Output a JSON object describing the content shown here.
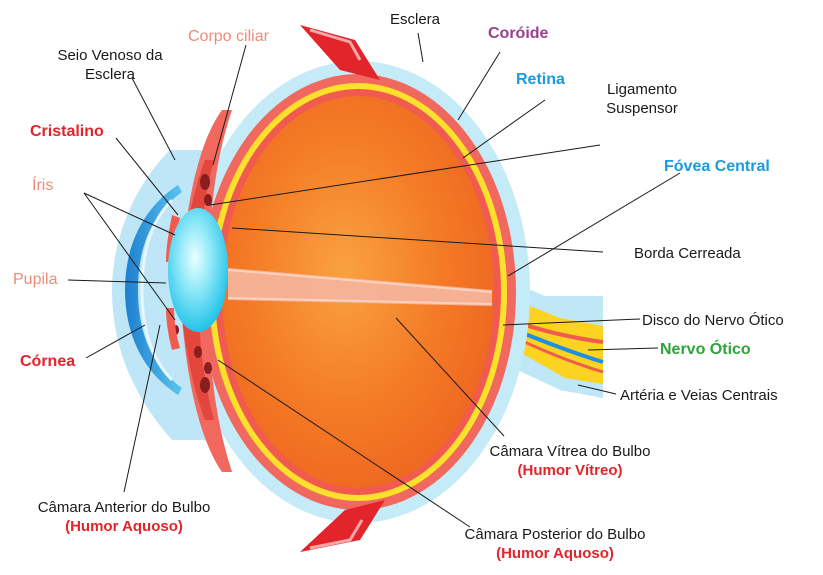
{
  "colors": {
    "red": "#e3242b",
    "salmon": "#f08a7a",
    "purple": "#9b3f8f",
    "blue": "#1a9be0",
    "green": "#2ea43a",
    "black": "#1a1a1a"
  },
  "labels": {
    "esclera": "Esclera",
    "corpo_ciliar": "Corpo ciliar",
    "coroide": "Coróide",
    "retina": "Retina",
    "seio_line1": "Seio Venoso da",
    "seio_line2": "Esclera",
    "ligamento_line1": "Ligamento",
    "ligamento_line2": "Suspensor",
    "cristalino": "Cristalino",
    "fovea": "Fóvea Central",
    "iris": "Íris",
    "borda": "Borda Cerreada",
    "pupila": "Pupila",
    "disco": "Disco do Nervo Ótico",
    "nervo": "Nervo Ótico",
    "cornea": "Córnea",
    "arteria": "Artéria e Veias Centrais",
    "vitrea_line1": "Câmara Vítrea do Bulbo",
    "vitrea_line2": "(Humor Vítreo)",
    "anterior_line1": "Câmara Anterior do Bulbo",
    "anterior_line2": "(Humor Aquoso)",
    "posterior_line1": "Câmara Posterior do Bulbo",
    "posterior_line2": "(Humor Aquoso)"
  }
}
